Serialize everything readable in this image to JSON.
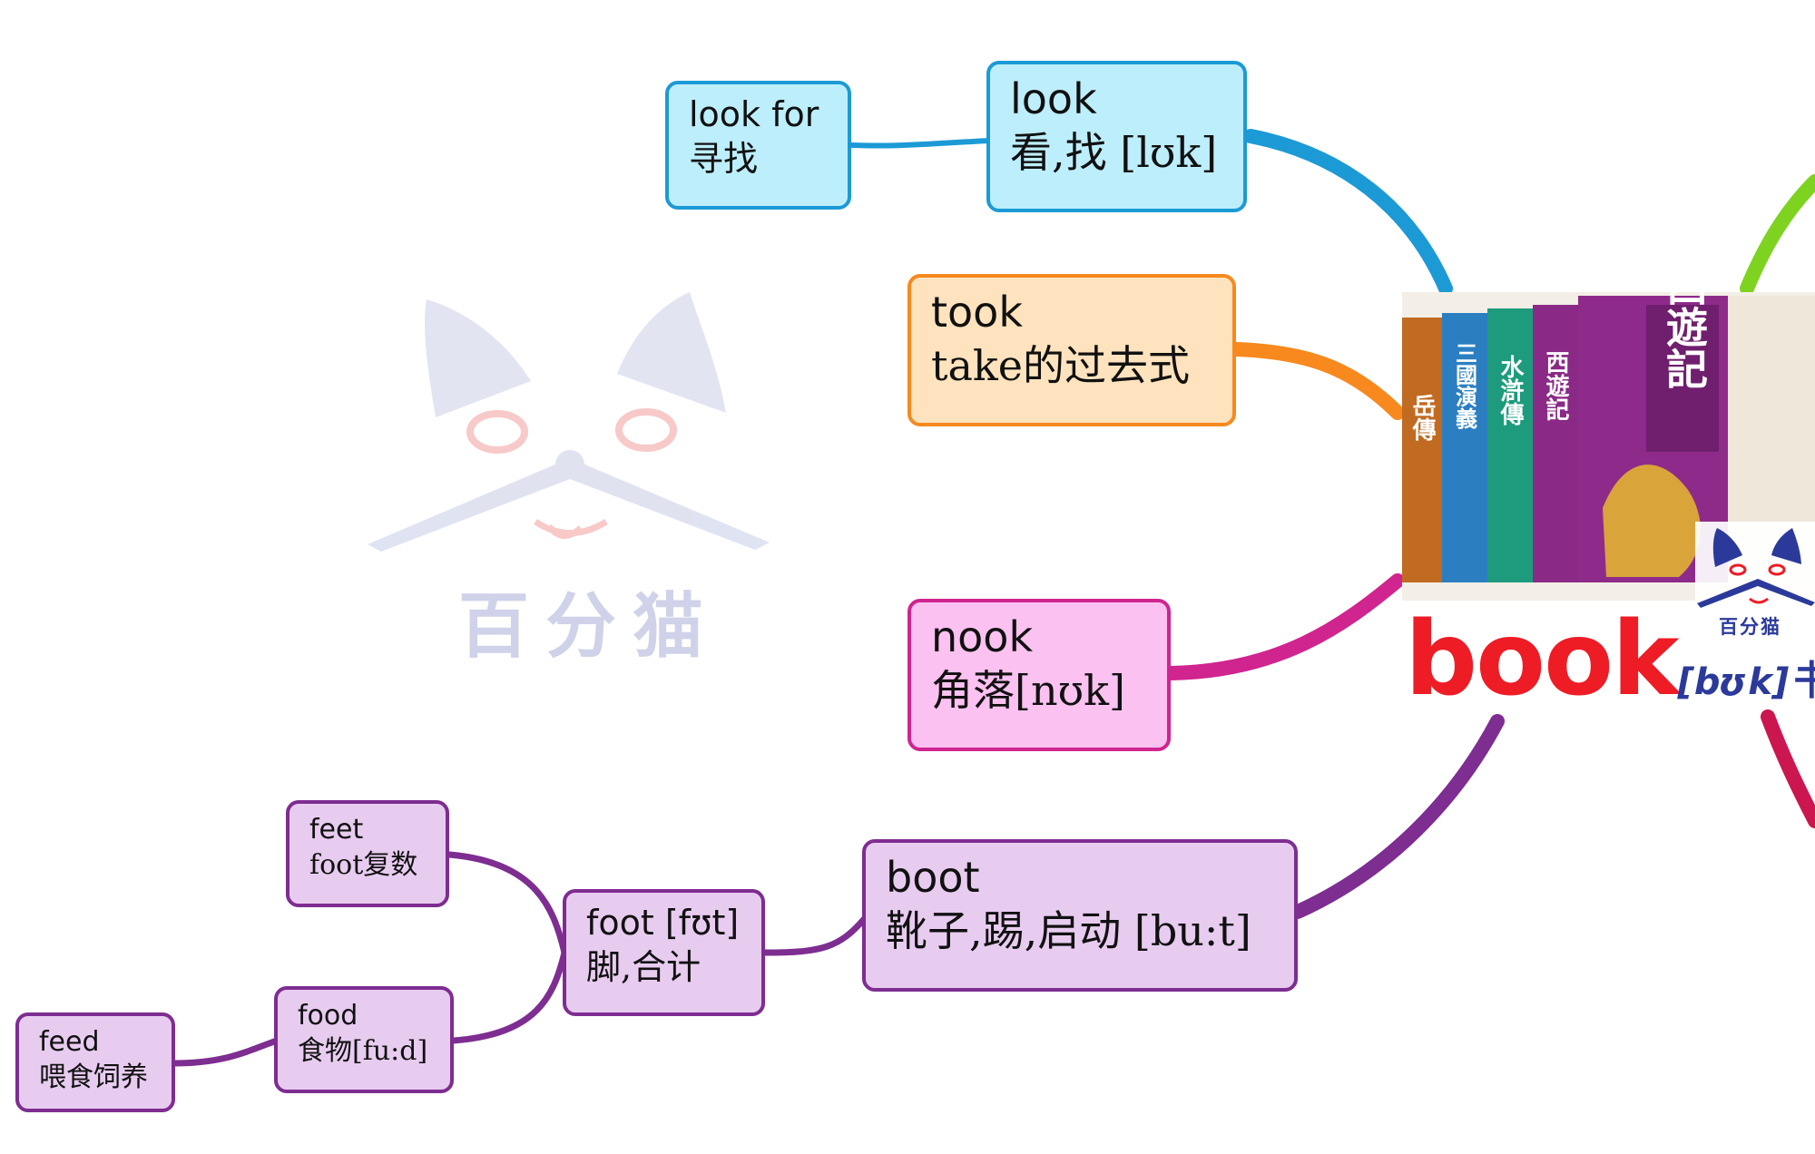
{
  "center": {
    "word": "book",
    "phonetic": "[bʊk]",
    "meaning": "书"
  },
  "watermark": {
    "text": "百分猫"
  },
  "nodes": {
    "look_for": {
      "en": "look for",
      "cn": "寻找"
    },
    "look": {
      "en": "look",
      "cn": "看,找 [lʊk]"
    },
    "took": {
      "en": "took",
      "cn": "take的过去式"
    },
    "nook": {
      "en": "nook",
      "cn": "角落[nʊk]"
    },
    "boot": {
      "en": "boot",
      "cn": "靴子,踢,启动 [bu:t]"
    },
    "foot": {
      "en": "foot [fʊt]",
      "cn": "脚,合计"
    },
    "feet": {
      "en": "feet",
      "cn": "foot复数"
    },
    "food": {
      "en": "food",
      "cn": "食物[fu:d]"
    },
    "feed": {
      "en": "feed",
      "cn": "喂食饲养"
    }
  },
  "cover_titles": [
    "岳傳",
    "三國演義",
    "水滸傳",
    "西遊記",
    "西遊記"
  ],
  "colors": {
    "blue": "#1c9ad6",
    "orange": "#f7891e",
    "pink": "#d0248f",
    "purple": "#7e2d91",
    "green": "#7ed321",
    "crimson": "#cc1650",
    "red": "#ee1c25",
    "navy": "#2b3a9a"
  }
}
